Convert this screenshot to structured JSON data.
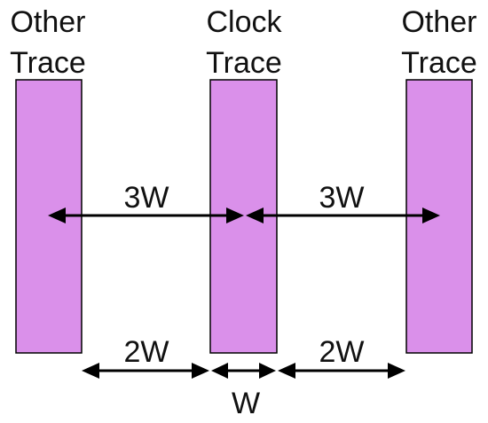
{
  "traces": [
    {
      "label_line1": "Other",
      "label_line2": "Trace"
    },
    {
      "label_line1": "Clock",
      "label_line2": "Trace"
    },
    {
      "label_line1": "Other",
      "label_line2": "Trace"
    }
  ],
  "dimensions": {
    "center_left": "3W",
    "center_right": "3W",
    "gap_left": "2W",
    "gap_right": "2W",
    "width": "W"
  },
  "colors": {
    "trace_fill": "#DA90EA",
    "trace_stroke": "#000000",
    "arrow": "#000000"
  }
}
